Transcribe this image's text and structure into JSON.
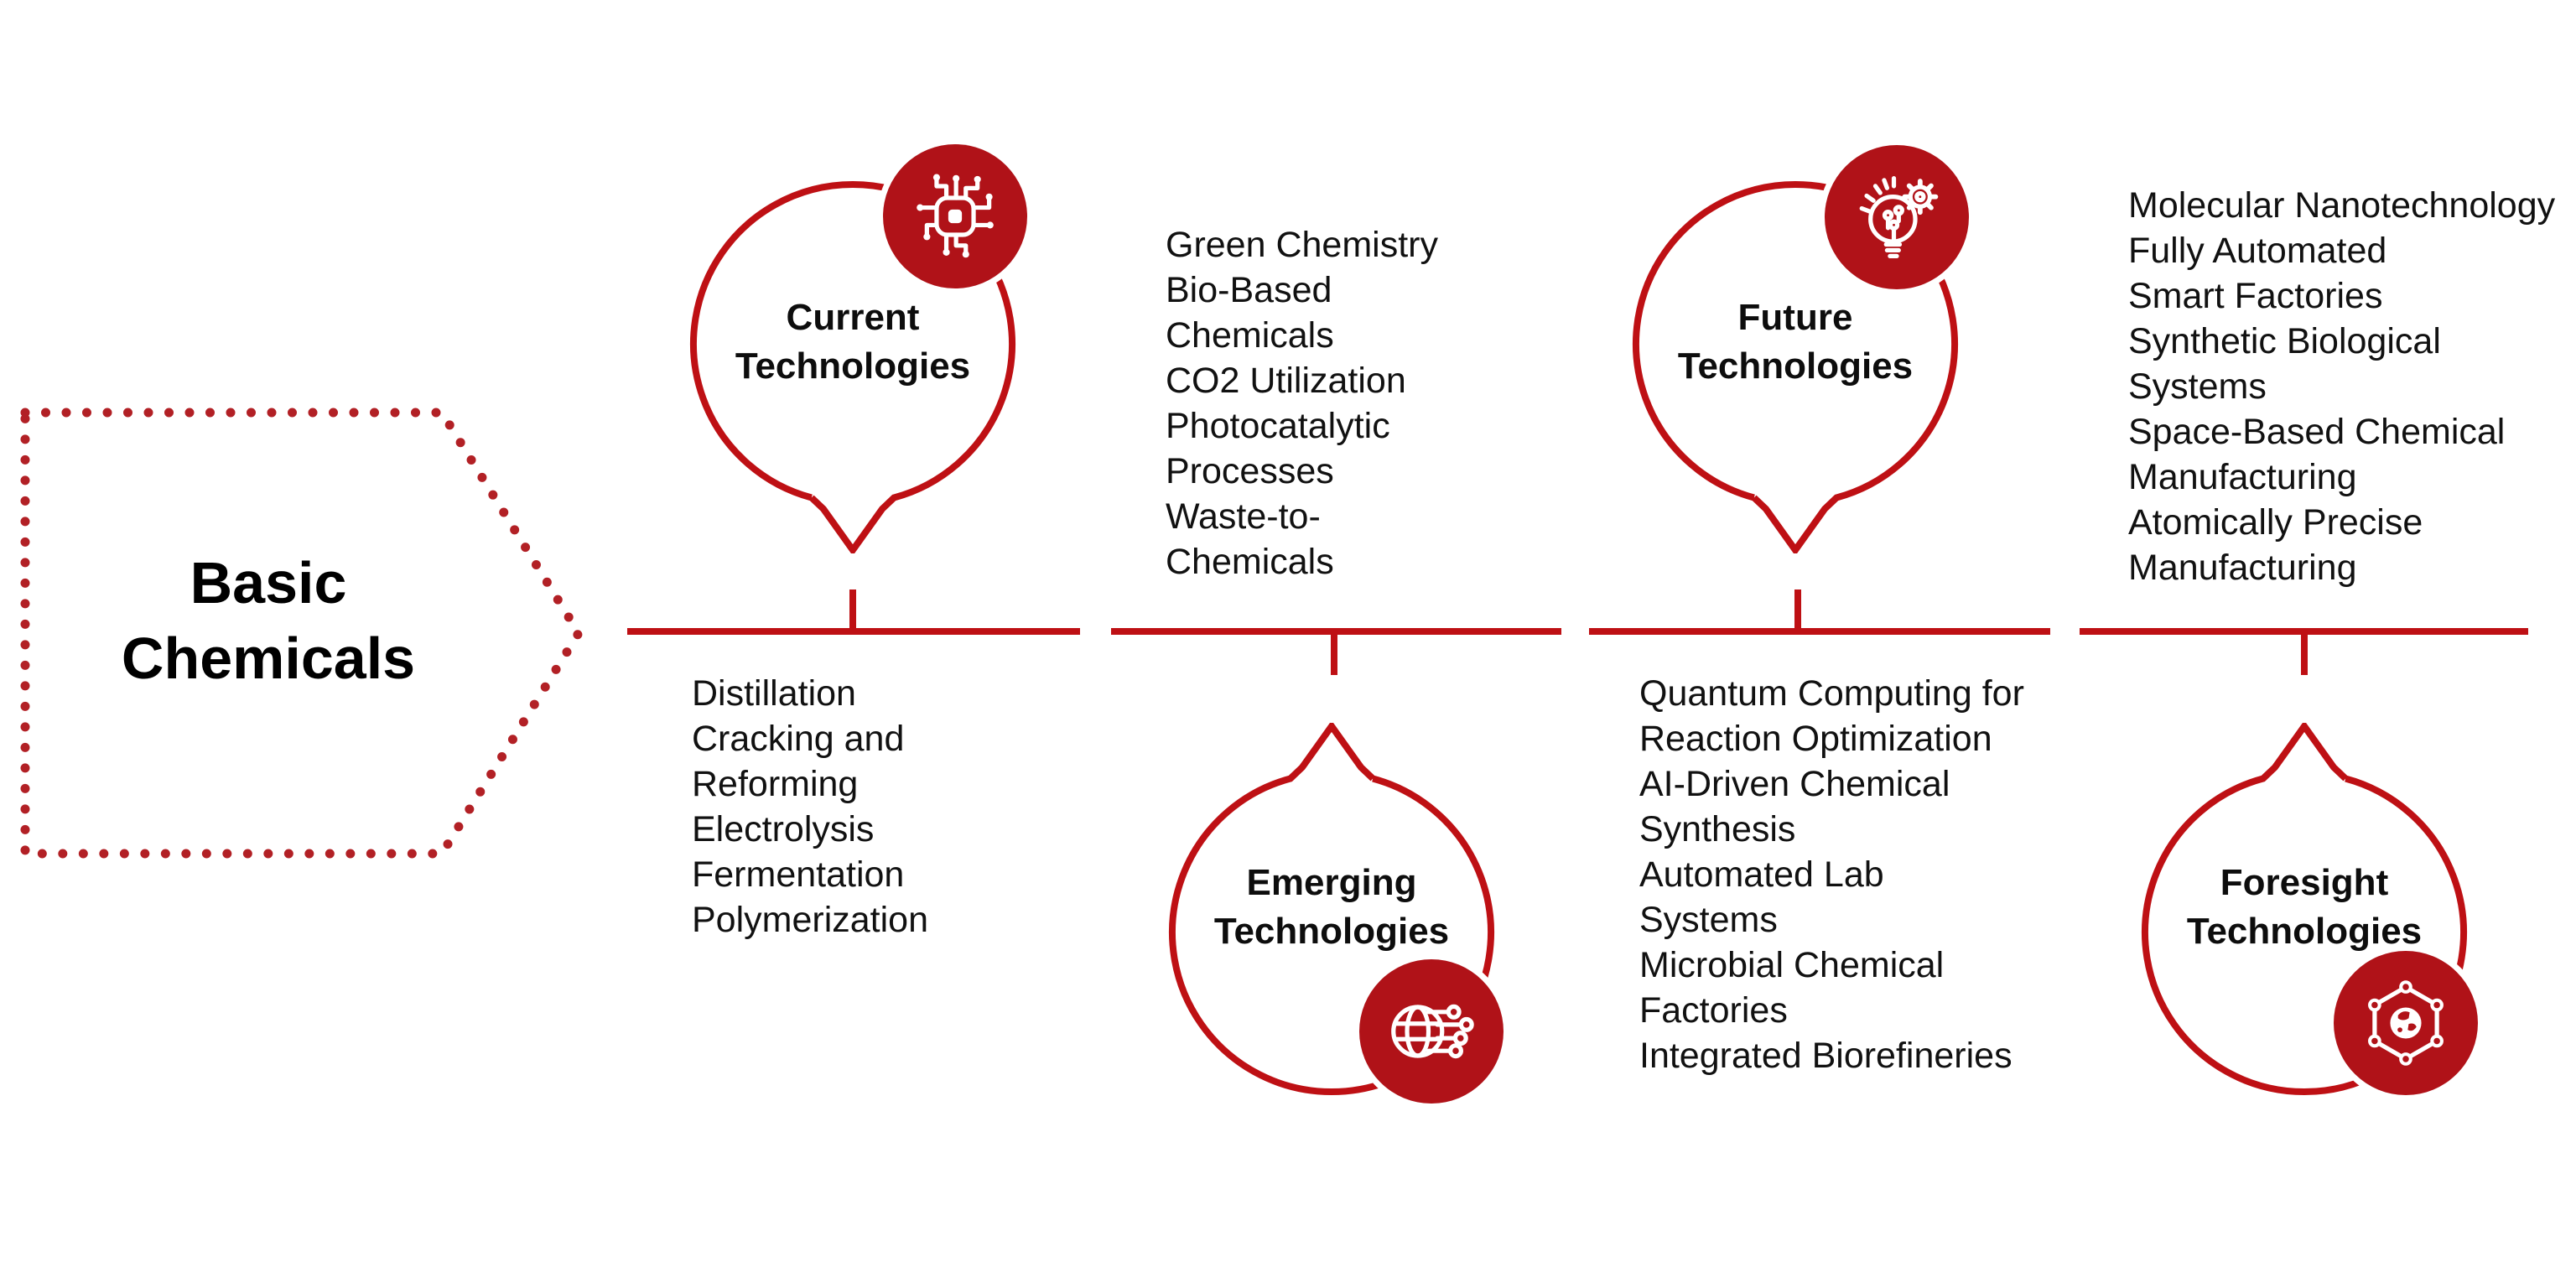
{
  "palette": {
    "stroke_red": "#BE1014",
    "fill_red": "#B01218",
    "dot_red": "#B22025",
    "text_dark": "#0D0D0D"
  },
  "source": {
    "label_lines": [
      "Basic",
      "Chemicals"
    ]
  },
  "stages": [
    {
      "id": "current",
      "title_lines": [
        "Current",
        "Technologies"
      ],
      "icon": "chip-circuit-icon",
      "items": [
        "Distillation",
        "Cracking and Reforming",
        "Electrolysis",
        "Fermentation",
        "Polymerization"
      ],
      "lines": [
        "Distillation",
        "Cracking and",
        "Reforming",
        "Electrolysis",
        "Fermentation",
        "Polymerization"
      ]
    },
    {
      "id": "emerging",
      "title_lines": [
        "Emerging",
        "Technologies"
      ],
      "icon": "globe-network-icon",
      "items": [
        "Green Chemistry",
        "Bio-Based Chemicals",
        "CO2 Utilization",
        "Photocatalytic Processes",
        "Waste-to-Chemicals"
      ],
      "lines": [
        "Green Chemistry",
        "Bio-Based",
        "Chemicals",
        "CO2 Utilization",
        "Photocatalytic",
        "Processes",
        "Waste-to-",
        "Chemicals"
      ]
    },
    {
      "id": "future",
      "title_lines": [
        "Future",
        "Technologies"
      ],
      "icon": "bulb-gear-icon",
      "items": [
        "Quantum Computing for Reaction Optimization",
        "AI-Driven Chemical Synthesis",
        "Automated Lab Systems",
        "Microbial Chemical Factories",
        "Integrated Biorefineries"
      ],
      "lines": [
        "Quantum Computing for",
        "Reaction Optimization",
        "AI-Driven Chemical",
        "Synthesis",
        "Automated Lab",
        "Systems",
        "Microbial Chemical",
        "Factories",
        "Integrated Biorefineries"
      ]
    },
    {
      "id": "foresight",
      "title_lines": [
        "Foresight",
        "Technologies"
      ],
      "icon": "globe-hexagon-icon",
      "items": [
        "Molecular Nanotechnology",
        "Fully Automated Smart Factories",
        "Synthetic Biological Systems",
        "Space-Based Chemical Manufacturing",
        "Atomically Precise Manufacturing"
      ],
      "lines": [
        "Molecular Nanotechnology",
        "Fully Automated",
        "Smart Factories",
        "Synthetic Biological",
        "Systems",
        "Space-Based Chemical",
        "Manufacturing",
        "Atomically Precise",
        "Manufacturing"
      ]
    }
  ]
}
